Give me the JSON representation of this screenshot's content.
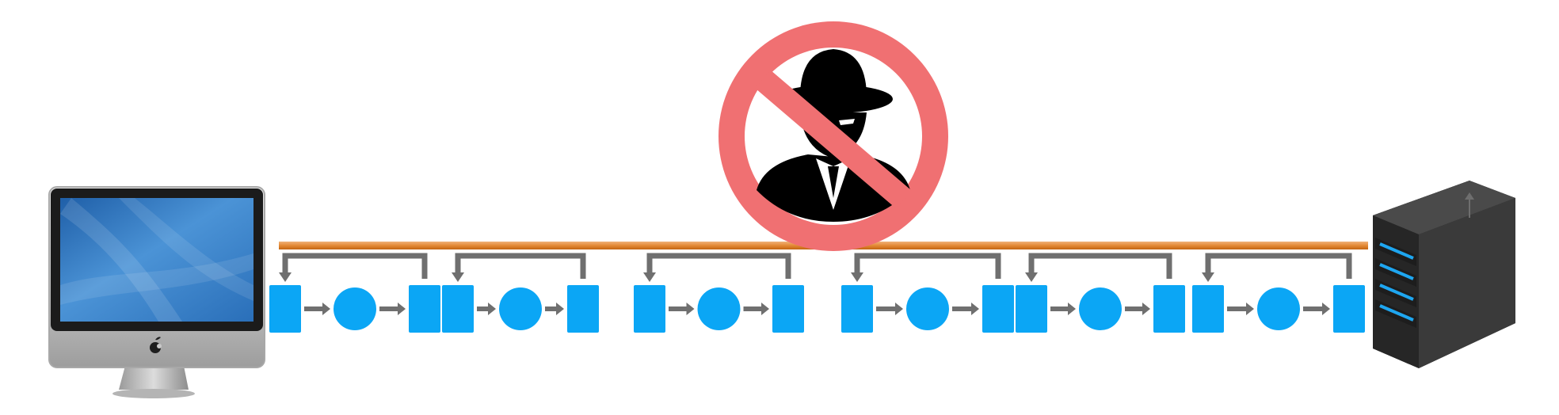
{
  "diagram": {
    "endpoints": {
      "client": {
        "icon": "desktop-computer-icon"
      },
      "server": {
        "icon": "server-tower-icon"
      }
    },
    "threat": {
      "icon": "no-hacker-icon"
    },
    "connection": {
      "icon": "encrypted-channel-line"
    },
    "segments": [
      {
        "shapes": [
          "rect",
          "circle",
          "rect"
        ]
      },
      {
        "shapes": [
          "rect",
          "circle",
          "rect"
        ]
      },
      {
        "shapes": [
          "rect",
          "circle",
          "rect"
        ]
      },
      {
        "shapes": [
          "rect",
          "circle",
          "rect"
        ]
      },
      {
        "shapes": [
          "rect",
          "circle",
          "rect"
        ]
      },
      {
        "shapes": [
          "rect",
          "circle",
          "rect"
        ]
      }
    ]
  },
  "colors": {
    "block": "#0ba6f5",
    "arrow": "#6f6f6f",
    "channel_top": "#f0b27a",
    "channel_mid": "#e48a35",
    "channel_bottom": "#c46512",
    "prohibition": "#f07072",
    "hacker": "#000000",
    "server_dark": "#2f2f2f",
    "server_light": "#4a4a4a",
    "server_led": "#1ea6f0",
    "monitor_frame": "#1b1b1b",
    "monitor_silver": "#c7c7c7",
    "screen_blue": "#3f86c9"
  }
}
